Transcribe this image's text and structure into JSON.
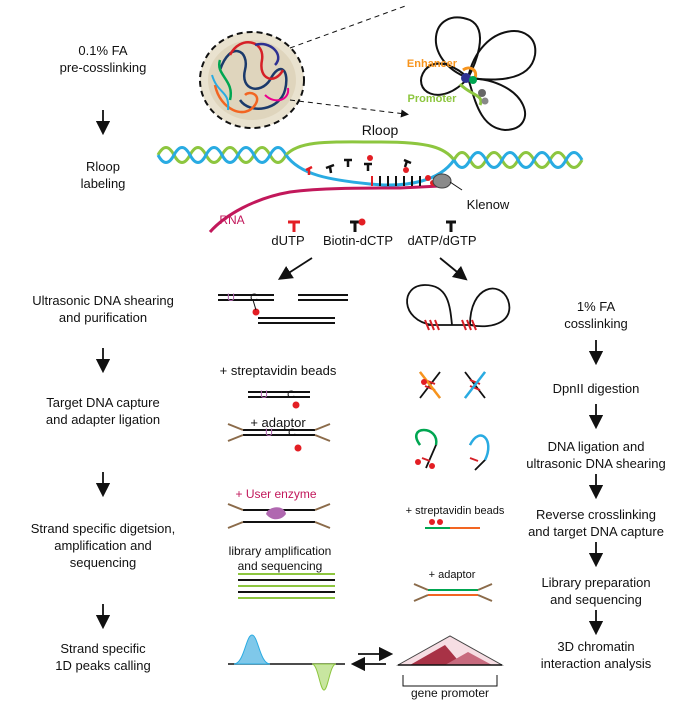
{
  "left_steps": {
    "s1": [
      "0.1% FA",
      "pre-cosslinking"
    ],
    "s2": [
      "Rloop",
      "labeling"
    ],
    "s3": [
      "Ultrasonic DNA shearing",
      "and purification"
    ],
    "s4": [
      "Target DNA capture",
      "and adapter ligation"
    ],
    "s5": [
      "Strand specific digetsion,",
      "amplification and",
      "sequencing"
    ],
    "s6": [
      "Strand specific",
      "1D peaks calling"
    ]
  },
  "rloop": {
    "title": "Rloop",
    "enhancer": "Enhancer",
    "promoter": "Promoter",
    "rna": "RNA",
    "klenow": "Klenow",
    "nucleotides": [
      "dUTP",
      "Biotin-dCTP",
      "dATP/dGTP"
    ]
  },
  "middle": {
    "strep": "+ streptavidin beads",
    "adaptor": "+ adaptor",
    "user_enzyme": "+ User enzyme",
    "lib": [
      "library amplification",
      "and sequencing"
    ],
    "u_mark": "U",
    "c_mark": "C"
  },
  "right_middle": {
    "strep": "+ streptavidin beads",
    "adaptor": "+ adaptor"
  },
  "right_steps": {
    "r1": [
      "1% FA",
      "cosslinking"
    ],
    "r2": [
      "DpnII digestion"
    ],
    "r3": [
      "DNA ligation and",
      "ultrasonic DNA shearing"
    ],
    "r4": [
      "Reverse crosslinking",
      "and target DNA capture"
    ],
    "r5": [
      "Library preparation",
      "and sequencing"
    ],
    "r6": [
      "3D chromatin",
      "interaction analysis"
    ]
  },
  "bottom": {
    "gene_promoter": "gene promoter"
  },
  "colors": {
    "green": "#8dc63f",
    "blue": "#29abe2",
    "magenta": "#c2185b",
    "orange": "#f7941d",
    "red": "#e31e24",
    "brown": "#8b6b4a"
  }
}
